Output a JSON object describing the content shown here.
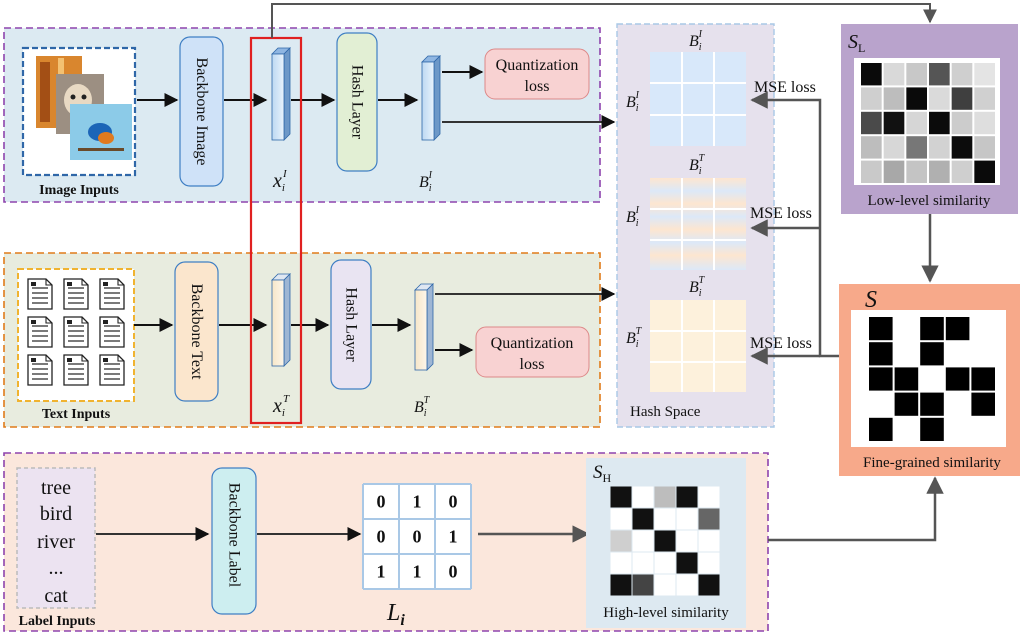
{
  "image_section": {
    "input_label": "Image Inputs",
    "backbone_label": "Backbone Image",
    "feature_symbol": "x",
    "feature_sub": "i",
    "feature_sup": "I",
    "hash_layer_label": "Hash Layer",
    "code_symbol": "B",
    "code_sub": "i",
    "code_sup": "I",
    "loss_line1": "Quantization",
    "loss_line2": "loss"
  },
  "text_section": {
    "input_label": "Text Inputs",
    "backbone_label": "Backbone Text",
    "feature_symbol": "x",
    "feature_sub": "i",
    "feature_sup": "T",
    "hash_layer_label": "Hash Layer",
    "code_symbol": "B",
    "code_sub": "i",
    "code_sup": "T",
    "loss_line1": "Quantization",
    "loss_line2": "loss"
  },
  "label_section": {
    "input_label": "Label Inputs",
    "words": [
      "tree",
      "bird",
      "river",
      "...",
      "cat"
    ],
    "backbone_label": "Backbone Label",
    "matrix": [
      [
        "0",
        "1",
        "0"
      ],
      [
        "0",
        "0",
        "1"
      ],
      [
        "1",
        "1",
        "0"
      ]
    ],
    "matrix_symbol": "L",
    "matrix_sub": "i",
    "high_symbol": "S",
    "high_sub": "H",
    "high_caption": "High-level similarity"
  },
  "hash_space": {
    "caption": "Hash Space",
    "sym": "B",
    "sub": "i",
    "grid1": {
      "top_sup": "I",
      "left_sup": "I"
    },
    "grid2": {
      "top_sup": "T",
      "left_sup": "I"
    },
    "grid3": {
      "top_sup": "T",
      "left_sup": "T"
    },
    "loss1": "MSE loss",
    "loss2": "MSE loss",
    "loss3": "MSE loss"
  },
  "low_level": {
    "symbol": "S",
    "sub": "L",
    "caption": "Low-level similarity"
  },
  "fine_grained": {
    "symbol": "S",
    "caption": "Fine-grained similarity"
  }
}
